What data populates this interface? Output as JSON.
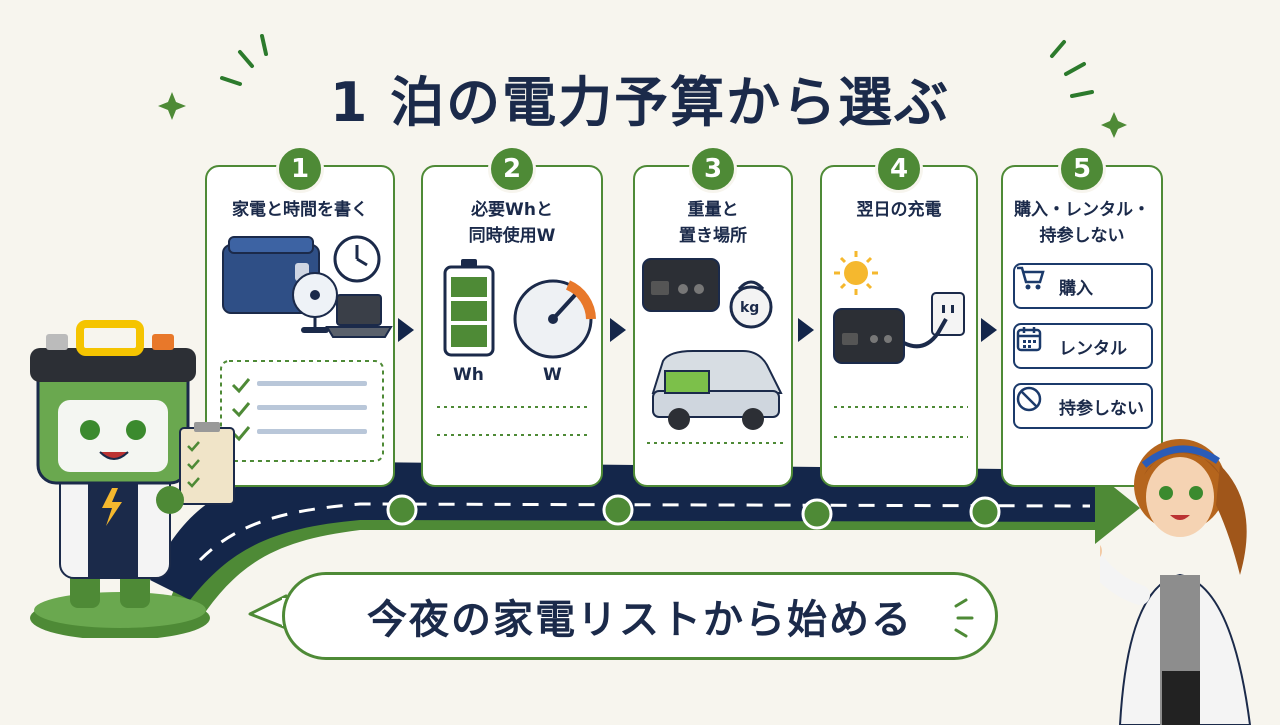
{
  "title": "1 泊の電力予算から選ぶ",
  "steps": [
    {
      "number": "1",
      "label_lines": [
        "家電と時間を書く"
      ]
    },
    {
      "number": "2",
      "label_lines": [
        "必要Whと",
        "同時使用W"
      ]
    },
    {
      "number": "3",
      "label_lines": [
        "重量と",
        "置き場所"
      ]
    },
    {
      "number": "4",
      "label_lines": [
        "翌日の充電"
      ]
    },
    {
      "number": "5",
      "label_lines": [
        "購入・レンタル・",
        "持参しない"
      ]
    }
  ],
  "step2_units": {
    "wh": "Wh",
    "w": "W"
  },
  "step3_scale_unit": "kg",
  "options": [
    {
      "label": "購入",
      "icon": "cart-icon"
    },
    {
      "label": "レンタル",
      "icon": "calendar-icon"
    },
    {
      "label": "持参しない",
      "icon": "no-sign-icon"
    }
  ],
  "callout": "今夜の家電リストから始める",
  "colors": {
    "green": "#4e8a36",
    "navy": "#1b2a4a",
    "road": "#14264a",
    "background": "#f7f5ee",
    "accent_orange": "#e8782a"
  }
}
